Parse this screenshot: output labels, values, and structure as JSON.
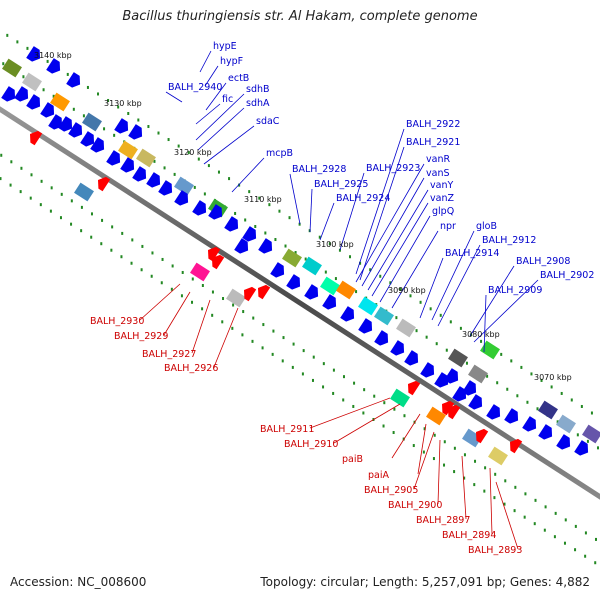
{
  "title": "Bacillus thuringiensis str. Al Hakam, complete genome",
  "footer": {
    "accession": "Accession: NC_008600",
    "summary": "Topology: circular; Length: 5,257,091 bp; Genes: 4,882"
  },
  "colors": {
    "forward_gene": "#0000ee",
    "reverse_gene": "#ff0000",
    "blue_label": "#0000cc",
    "red_label": "#cc0000",
    "dots": "#228822",
    "backbone": "#555555"
  },
  "kbp_ticks": [
    "3140 kbp",
    "3130 kbp",
    "3120 kbp",
    "3110 kbp",
    "3100 kbp",
    "3090 kbp",
    "3080 kbp",
    "3070 kbp"
  ],
  "blue_labels": [
    "hypE",
    "hypF",
    "BALH_2940",
    "ectB",
    "fic",
    "sdhB",
    "sdhA",
    "sdaC",
    "mcpB",
    "BALH_2928",
    "BALH_2925",
    "BALH_2924",
    "BALH_2922",
    "BALH_2921",
    "BALH_2923",
    "vanR",
    "vanS",
    "vanY",
    "vanZ",
    "glpQ",
    "npr",
    "gloB",
    "BALH_2912",
    "BALH_2914",
    "BALH_2908",
    "BALH_2902",
    "BALH_2909"
  ],
  "red_labels": [
    "BALH_2930",
    "BALH_2929",
    "BALH_2927",
    "BALH_2926",
    "BALH_2911",
    "BALH_2910",
    "paiB",
    "paiA",
    "BALH_2905",
    "BALH_2900",
    "BALH_2897",
    "BALH_2894",
    "BALH_2893"
  ]
}
